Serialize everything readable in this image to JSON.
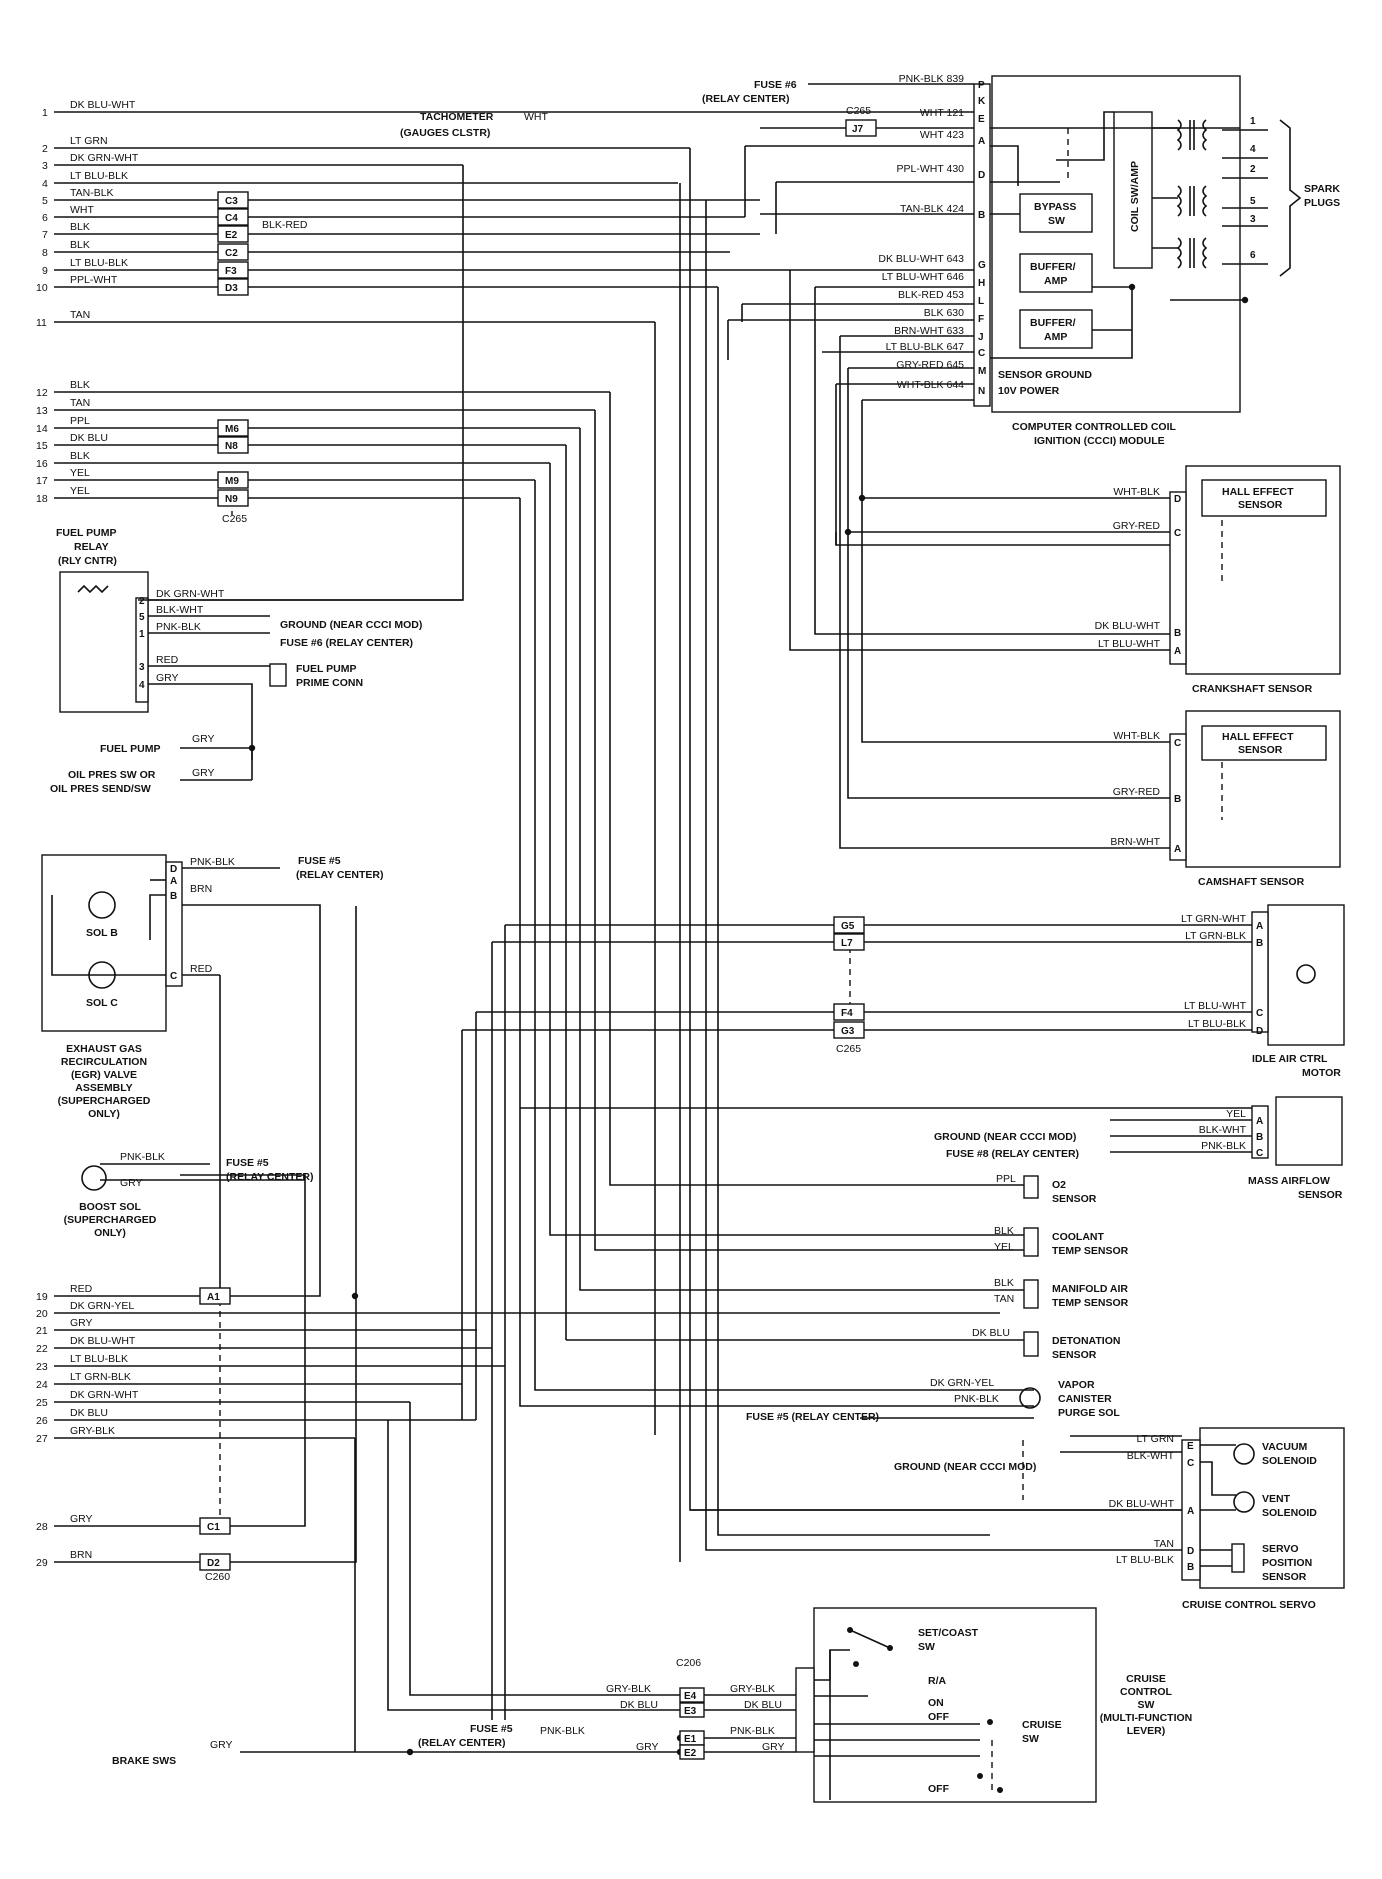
{
  "left_pins": [
    {
      "n": "1",
      "wire": "DK BLU-WHT"
    },
    {
      "n": "2",
      "wire": "LT GRN"
    },
    {
      "n": "3",
      "wire": "DK GRN-WHT"
    },
    {
      "n": "4",
      "wire": "LT BLU-BLK"
    },
    {
      "n": "5",
      "wire": "TAN-BLK",
      "conn": "C3"
    },
    {
      "n": "6",
      "wire": "WHT",
      "conn": "C4"
    },
    {
      "n": "7",
      "wire": "BLK",
      "conn": "E2"
    },
    {
      "n": "8",
      "wire": "BLK",
      "conn": "C2"
    },
    {
      "n": "9",
      "wire": "LT BLU-BLK",
      "conn": "F3"
    },
    {
      "n": "10",
      "wire": "PPL-WHT",
      "conn": "D3"
    },
    {
      "n": "11",
      "wire": "TAN"
    },
    {
      "n": "12",
      "wire": "BLK"
    },
    {
      "n": "13",
      "wire": "TAN"
    },
    {
      "n": "14",
      "wire": "PPL",
      "conn": "M6"
    },
    {
      "n": "15",
      "wire": "DK BLU",
      "conn": "N8"
    },
    {
      "n": "16",
      "wire": "BLK"
    },
    {
      "n": "17",
      "wire": "YEL",
      "conn": "M9"
    },
    {
      "n": "18",
      "wire": "YEL",
      "conn": "N9"
    },
    {
      "n": "19",
      "wire": "RED",
      "conn": "A1"
    },
    {
      "n": "20",
      "wire": "DK GRN-YEL"
    },
    {
      "n": "21",
      "wire": "GRY"
    },
    {
      "n": "22",
      "wire": "DK BLU-WHT"
    },
    {
      "n": "23",
      "wire": "LT BLU-BLK"
    },
    {
      "n": "24",
      "wire": "LT GRN-BLK"
    },
    {
      "n": "25",
      "wire": "DK GRN-WHT"
    },
    {
      "n": "26",
      "wire": "DK BLU"
    },
    {
      "n": "27",
      "wire": "GRY-BLK"
    },
    {
      "n": "28",
      "wire": "GRY",
      "conn": "C1"
    },
    {
      "n": "29",
      "wire": "BRN",
      "conn": "D2"
    }
  ],
  "misc": {
    "blk_red": "BLK-RED",
    "c265": "C265",
    "c260": "C260",
    "c206": "C206",
    "tachometer": "TACHOMETER",
    "gauges": "(GAUGES CLSTR)",
    "tach_wire": "WHT",
    "fuse6_top": "FUSE #6",
    "relay_center_top": "(RELAY CENTER)"
  },
  "ccci": {
    "title1": "COMPUTER CONTROLLED COIL",
    "title2": "IGNITION (CCCI) MODULE",
    "pins": [
      {
        "p": "P",
        "wire": "PNK-BLK 839"
      },
      {
        "p": "K",
        "wire": ""
      },
      {
        "p": "E",
        "wire": "WHT 121"
      },
      {
        "p": "A",
        "wire": "WHT 423"
      },
      {
        "p": "D",
        "wire": "PPL-WHT 430"
      },
      {
        "p": "B",
        "wire": "TAN-BLK 424"
      },
      {
        "p": "G",
        "wire": "DK BLU-WHT 643"
      },
      {
        "p": "H",
        "wire": "LT BLU-WHT 646"
      },
      {
        "p": "L",
        "wire": "BLK-RED 453"
      },
      {
        "p": "F",
        "wire": "BLK 630"
      },
      {
        "p": "J",
        "wire": "BRN-WHT 633"
      },
      {
        "p": "C",
        "wire": "LT BLU-BLK 647"
      },
      {
        "p": "M",
        "wire": "GRY-RED 645"
      },
      {
        "p": "N",
        "wire": "WHT-BLK 644"
      }
    ],
    "j7": "J7",
    "c265": "C265",
    "bypass1": "BYPASS",
    "bypass2": "SW",
    "buf1": "BUFFER/",
    "buf2": "AMP",
    "coil": "COIL SW/AMP",
    "sensor_ground": "SENSOR GROUND",
    "power": "10V POWER",
    "spark1": "SPARK",
    "spark2": "PLUGS",
    "plug_nums": [
      "1",
      "4",
      "2",
      "5",
      "3",
      "6"
    ]
  },
  "crank": {
    "title": "CRANKSHAFT SENSOR",
    "hall1": "HALL EFFECT",
    "hall2": "SENSOR",
    "pins": [
      {
        "p": "D",
        "wire": "WHT-BLK"
      },
      {
        "p": "C",
        "wire": "GRY-RED"
      },
      {
        "p": "B",
        "wire": "DK BLU-WHT"
      },
      {
        "p": "A",
        "wire": "LT BLU-WHT"
      }
    ]
  },
  "cam": {
    "title": "CAMSHAFT SENSOR",
    "hall1": "HALL EFFECT",
    "hall2": "SENSOR",
    "pins": [
      {
        "p": "C",
        "wire": "WHT-BLK"
      },
      {
        "p": "B",
        "wire": "GRY-RED"
      },
      {
        "p": "A",
        "wire": "BRN-WHT"
      }
    ]
  },
  "iac": {
    "title1": "IDLE AIR CTRL",
    "title2": "MOTOR",
    "conns": [
      "G5",
      "L7",
      "F4",
      "G3"
    ],
    "c265": "C265",
    "pins": [
      {
        "p": "A",
        "wire": "LT GRN-WHT"
      },
      {
        "p": "B",
        "wire": "LT GRN-BLK"
      },
      {
        "p": "C",
        "wire": "LT BLU-WHT"
      },
      {
        "p": "D",
        "wire": "LT BLU-BLK"
      }
    ]
  },
  "maf": {
    "title1": "MASS AIRFLOW",
    "title2": "SENSOR",
    "ground": "GROUND (NEAR CCCI MOD)",
    "fuse": "FUSE #8 (RELAY CENTER)",
    "pins": [
      {
        "p": "A",
        "wire": "YEL"
      },
      {
        "p": "B",
        "wire": "BLK-WHT"
      },
      {
        "p": "C",
        "wire": "PNK-BLK"
      }
    ]
  },
  "sensors": {
    "o2_wire": "PPL",
    "o2_1": "O2",
    "o2_2": "SENSOR",
    "cool_w1": "BLK",
    "cool_w2": "YEL",
    "cool_1": "COOLANT",
    "cool_2": "TEMP SENSOR",
    "man_w1": "BLK",
    "man_w2": "TAN",
    "man_1": "MANIFOLD AIR",
    "man_2": "TEMP SENSOR",
    "det_wire": "DK BLU",
    "det_1": "DETONATION",
    "det_2": "SENSOR",
    "vap_w1": "DK GRN-YEL",
    "vap_w2": "PNK-BLK",
    "vap_1": "VAPOR",
    "vap_2": "CANISTER",
    "vap_3": "PURGE SOL",
    "vap_fuse": "FUSE #5 (RELAY CENTER)"
  },
  "servo": {
    "title": "CRUISE CONTROL SERVO",
    "ground": "GROUND (NEAR CCCI MOD)",
    "pins": [
      {
        "p": "E",
        "wire": "LT GRN"
      },
      {
        "p": "C",
        "wire": "BLK-WHT"
      },
      {
        "p": "A",
        "wire": "DK BLU-WHT"
      },
      {
        "p": "D",
        "wire": "TAN"
      },
      {
        "p": "B",
        "wire": "LT BLU-BLK"
      }
    ],
    "vac1": "VACUUM",
    "vac2": "SOLENOID",
    "vent1": "VENT",
    "vent2": "SOLENOID",
    "pos1": "SERVO",
    "pos2": "POSITION",
    "pos3": "SENSOR"
  },
  "fuel": {
    "title1": "FUEL PUMP",
    "title2": "RELAY",
    "title3": "(RLY CNTR)",
    "pins": [
      {
        "p": "2",
        "wire": "DK GRN-WHT"
      },
      {
        "p": "5",
        "wire": "BLK-WHT"
      },
      {
        "p": "1",
        "wire": "PNK-BLK"
      },
      {
        "p": "3",
        "wire": "RED"
      },
      {
        "p": "4",
        "wire": "GRY"
      }
    ],
    "ground": "GROUND (NEAR CCCI MOD)",
    "fuse": "FUSE #6 (RELAY CENTER)",
    "prime1": "FUEL PUMP",
    "prime2": "PRIME CONN",
    "pump": "FUEL PUMP",
    "pump_wire": "GRY",
    "oil1": "OIL PRES SW OR",
    "oil2": "OIL PRES SEND/SW",
    "oil_wire": "GRY"
  },
  "egr": {
    "pins": [
      {
        "p": "D",
        "wire": "PNK-BLK"
      },
      {
        "p": "A",
        "wire": ""
      },
      {
        "p": "B",
        "wire": "BRN"
      },
      {
        "p": "C",
        "wire": "RED"
      }
    ],
    "fuse1": "FUSE #5",
    "fuse2": "(RELAY CENTER)",
    "sol_b": "SOL B",
    "sol_c": "SOL C",
    "title": [
      "EXHAUST GAS",
      "RECIRCULATION",
      "(EGR) VALVE",
      "ASSEMBLY",
      "(SUPERCHARGED",
      "ONLY)"
    ]
  },
  "boost": {
    "w1": "PNK-BLK",
    "w2": "GRY",
    "fuse1": "FUSE #5",
    "fuse2": "(RELAY CENTER)",
    "title": [
      "BOOST SOL",
      "(SUPERCHARGED",
      "ONLY)"
    ]
  },
  "cruise": {
    "c206": "C206",
    "conns": [
      "E4",
      "E3",
      "E1",
      "E2"
    ],
    "w_e4": "GRY-BLK",
    "w_e3": "DK BLU",
    "w_e1": "PNK-BLK",
    "w_e2": "GRY",
    "fuse1": "FUSE #5",
    "fuse2": "(RELAY CENTER)",
    "brake": "BRAKE SWS",
    "brake_wire": "GRY",
    "set1": "SET/COAST",
    "set2": "SW",
    "ra": "R/A",
    "on": "ON",
    "off": "OFF",
    "off2": "OFF",
    "csw1": "CRUISE",
    "csw2": "SW",
    "title": [
      "CRUISE",
      "CONTROL",
      "SW",
      "(MULTI-FUNCTION",
      "LEVER)"
    ]
  }
}
